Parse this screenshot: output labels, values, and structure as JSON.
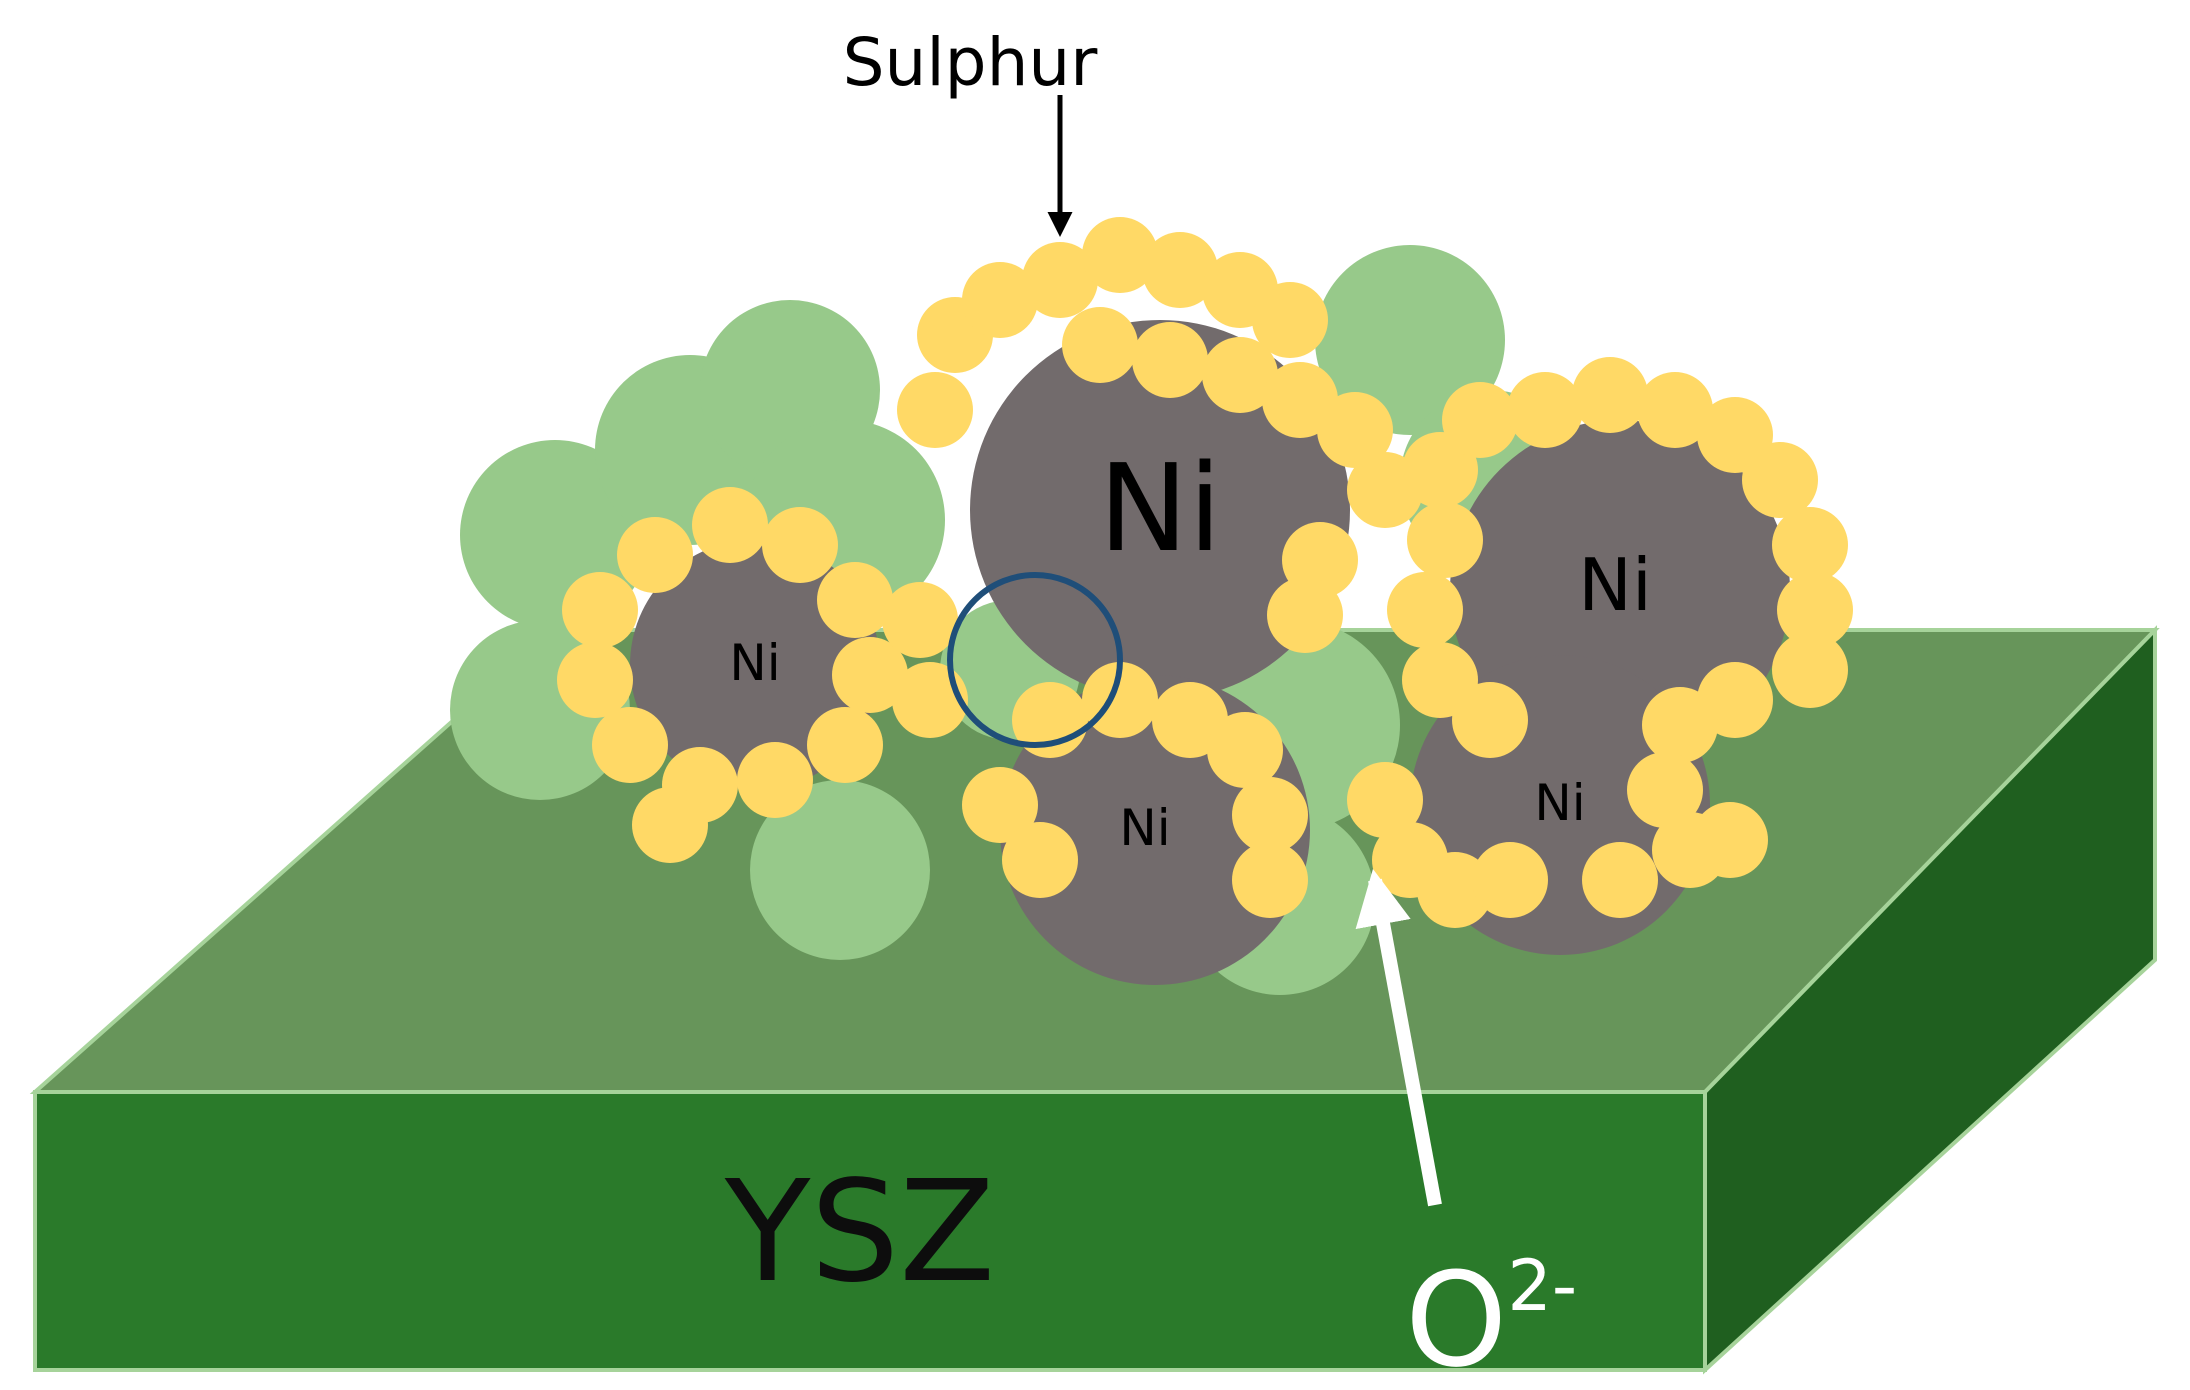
{
  "labels": {
    "sulphur": "Sulphur",
    "ni_large": "Ni",
    "ni_left": "Ni",
    "ni_center": "Ni",
    "ni_right_top": "Ni",
    "ni_right_bottom": "Ni",
    "substrate": "YSZ",
    "oxide_base": "O",
    "oxide_sup": "2-"
  },
  "colors": {
    "ysz_top": "#67955a",
    "ysz_front": "#2a7a2a",
    "ysz_side": "#1f5f1f",
    "ysz_particle": "#97c98a",
    "nickel": "#726b6c",
    "sulphur": "#ffd966",
    "tpb_ring": "#1f4e79"
  },
  "icons": {
    "sulphur_arrow": "arrow-down-icon",
    "oxide_arrow": "arrow-up-icon",
    "tpb_marker": "circle-outline-icon"
  }
}
